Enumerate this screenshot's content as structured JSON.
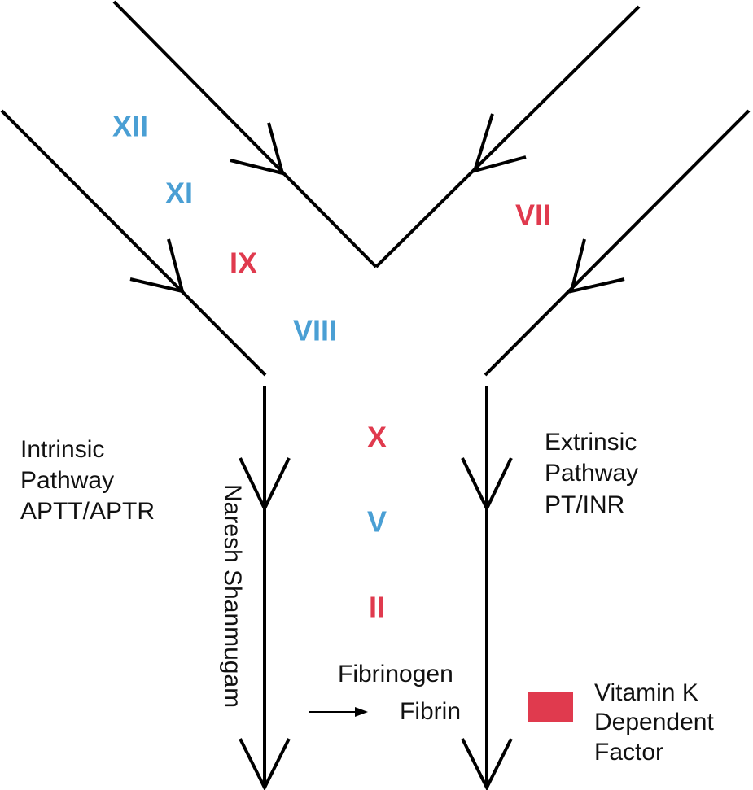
{
  "colors": {
    "blue": "#4a9fd4",
    "red": "#e03a4e",
    "line": "#000000",
    "text": "#111111"
  },
  "factors": [
    {
      "id": "XII",
      "label": "XII",
      "color": "blue"
    },
    {
      "id": "XI",
      "label": "XI",
      "color": "blue"
    },
    {
      "id": "IX",
      "label": "IX",
      "color": "red"
    },
    {
      "id": "VIII",
      "label": "VIII",
      "color": "blue"
    },
    {
      "id": "VII",
      "label": "VII",
      "color": "red"
    },
    {
      "id": "X",
      "label": "X",
      "color": "red"
    },
    {
      "id": "V",
      "label": "V",
      "color": "blue"
    },
    {
      "id": "II",
      "label": "II",
      "color": "red"
    }
  ],
  "intrinsic": {
    "lines": [
      "Intrinsic",
      "Pathway",
      "APTT/APTR"
    ]
  },
  "extrinsic": {
    "lines": [
      "Extrinsic",
      "Pathway",
      "PT/INR"
    ]
  },
  "watermark": "Naresh Shanmugam",
  "conversion": {
    "from": "Fibrinogen",
    "to": "Fibrin"
  },
  "legend": {
    "swatch_color": "red",
    "lines": [
      "Vitamin K",
      "Dependent",
      "Factor"
    ]
  }
}
